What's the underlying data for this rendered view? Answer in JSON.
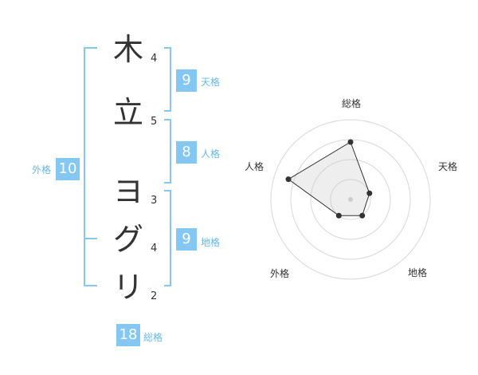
{
  "name": {
    "chars": [
      {
        "char": "木",
        "strokes": "4"
      },
      {
        "char": "立",
        "strokes": "5"
      },
      {
        "char": "ヨ",
        "strokes": "3"
      },
      {
        "char": "グ",
        "strokes": "4"
      },
      {
        "char": "リ",
        "strokes": "2"
      }
    ]
  },
  "kaku": {
    "tenkaku": {
      "value": "9",
      "label": "天格"
    },
    "jinkaku": {
      "value": "8",
      "label": "人格"
    },
    "chikaku": {
      "value": "9",
      "label": "地格"
    },
    "gaikaku": {
      "value": "10",
      "label": "外格"
    },
    "soukaku": {
      "value": "18",
      "label": "総格"
    }
  },
  "colors": {
    "accent": "#84c7f2",
    "bracket": "#84c7f2",
    "text": "#333333"
  },
  "chart_data": {
    "type": "radar",
    "axes": [
      "総格",
      "天格",
      "地格",
      "外格",
      "人格"
    ],
    "values": [
      0.72,
      0.25,
      0.25,
      0.25,
      0.82
    ],
    "rings": 4,
    "grid": true
  }
}
